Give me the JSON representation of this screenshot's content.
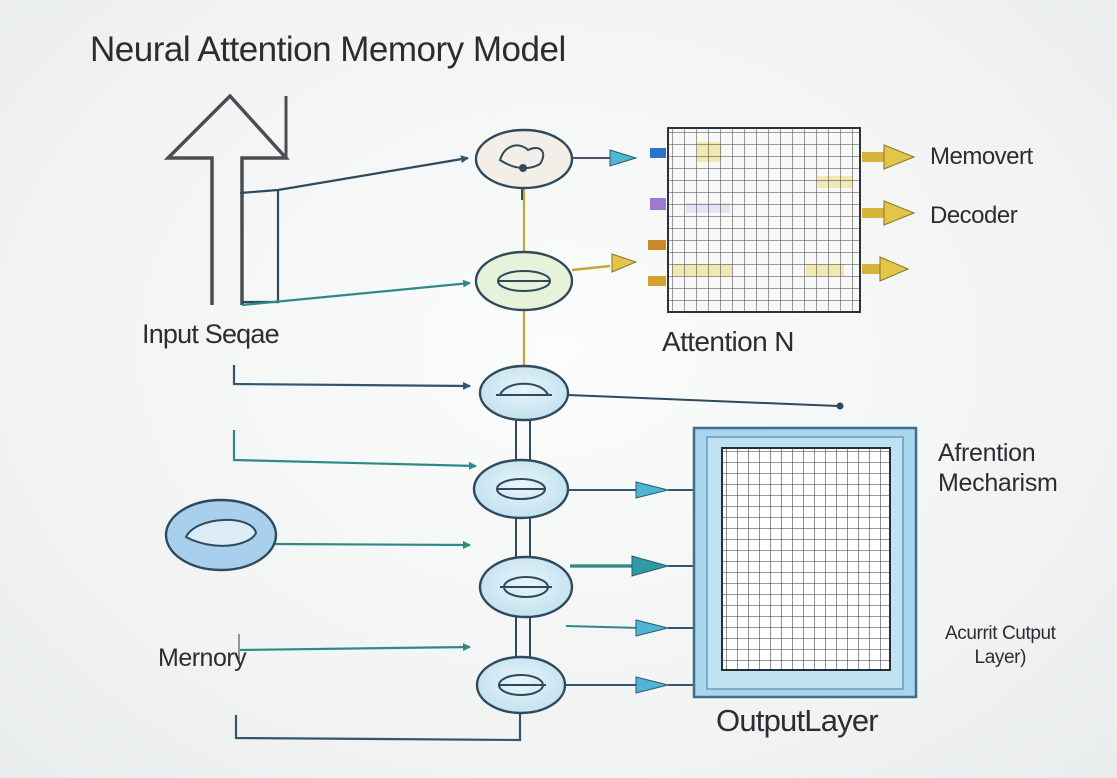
{
  "diagram": {
    "title": "Neural Attention Memory Model",
    "labels": {
      "input_sequence": "Input Seqae",
      "memory": "Mernory",
      "attention_n": "Attention N",
      "memovert": "Memovert",
      "decoder": "Decoder",
      "attention_mechanism": [
        "Afrention",
        "Mecharism"
      ],
      "acurrit_output": [
        "Acurrit Cutput",
        "Layer)"
      ],
      "output_layer": "OutputLayer"
    },
    "node_count": 6,
    "colors": {
      "line_dark": "#2f4a5c",
      "line_teal": "#2f8a86",
      "arrow_blue": "#4fb5d4",
      "node_fill": "#cfe8f2",
      "node_fill_top": "#f6efe6",
      "node_fill_green": "#e5f2d8",
      "gold": "#d6b43c",
      "purple": "#9a7bd0",
      "blue_marker": "#2d71c9",
      "panel_blue": "#a9d6ec",
      "memory_node": "#a8d0ec"
    }
  }
}
